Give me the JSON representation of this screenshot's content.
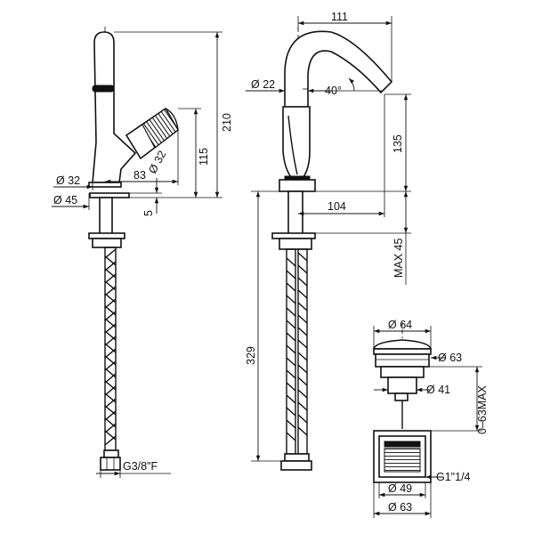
{
  "drawing": {
    "front_view": {
      "dia_top_flange": "Ø 32",
      "dia_bottom_flange": "Ø 45",
      "handle_offset": "83",
      "handle_dia": "Ø 32",
      "handle_height": "115",
      "total_height": "210",
      "flange_thickness": "5",
      "connection": "G3/8\"F"
    },
    "side_view": {
      "reach_top": "111",
      "spout_dia": "Ø 22",
      "spout_angle": "40°",
      "outlet_height": "135",
      "reach_bottom": "104",
      "max_deck": "MAX 45",
      "hose_length": "329"
    },
    "waste": {
      "cap_dia": "Ø 64",
      "seat_dia": "Ø 63",
      "body_dia": "Ø 41",
      "adjust_range": "0–63MAX",
      "thread": "G1\"1/4",
      "inner_dia": "Ø 49",
      "outer_dia": "Ø 63"
    }
  }
}
